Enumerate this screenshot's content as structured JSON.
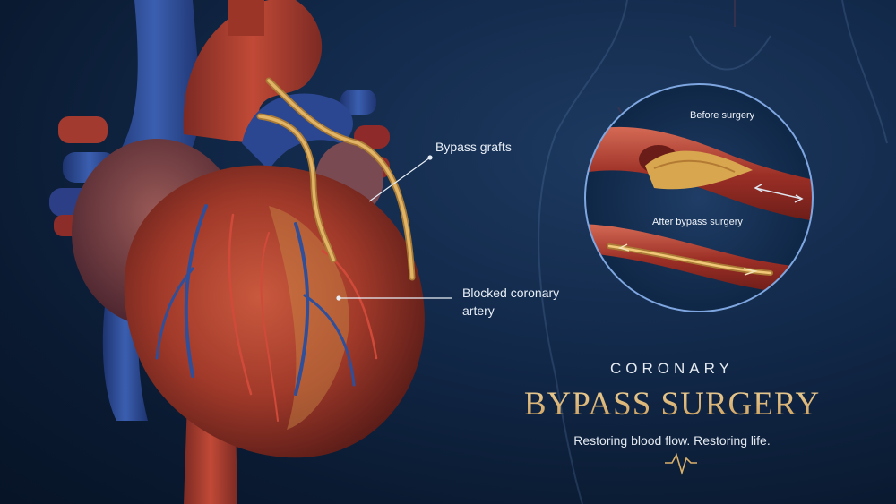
{
  "labels": {
    "bypass_grafts": "Bypass grafts",
    "blocked_artery_line1": "Blocked coronary",
    "blocked_artery_line2": "artery",
    "before_surgery": "Before surgery",
    "after_surgery": "After bypass surgery"
  },
  "heading": {
    "subtitle": "CORONARY",
    "title": "BYPASS SURGERY",
    "tagline": "Restoring blood flow.  Restoring life."
  },
  "colors": {
    "background": "#0e2340",
    "heart_muscle": "#b4432f",
    "vein_blue": "#2f4f9a",
    "graft_gold": "#d9a657",
    "title_gold": "#d8b47a",
    "inset_ring": "#7ea6e0"
  }
}
